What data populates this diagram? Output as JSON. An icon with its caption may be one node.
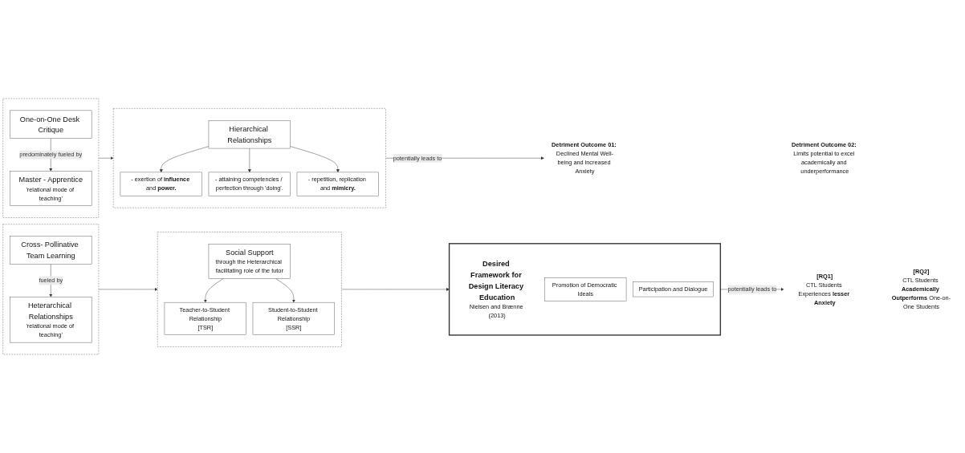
{
  "diagram": {
    "nodes": [
      {
        "text": [],
        "shape": "box"
      },
      {
        "text": [
          "One-on-One Desk Critique"
        ],
        "in": 0
      },
      {
        "text": [
          "Master - Apprentice",
          "'relational mode of teaching'"
        ],
        "in": 0
      },
      {
        "text": [],
        "shape": "box"
      },
      {
        "text": [
          "Hierarchical Relationships"
        ],
        "in": 3
      },
      {
        "text": [
          "- exertion of **influence** and **power.**"
        ],
        "in": 3
      },
      {
        "text": [
          "- attaining competencies / perfection through 'doing'."
        ],
        "in": 3
      },
      {
        "text": [
          "- repetition, replication and **mimicry.**"
        ],
        "in": 3
      },
      {
        "text": [],
        "shape": "box"
      },
      {
        "text": [
          "Cross- Pollinative Team Learning"
        ],
        "in": 8
      },
      {
        "text": [
          "Heterarchical Relationships",
          "'relational mode of teaching'"
        ],
        "in": 8
      },
      {
        "text": [],
        "shape": "box"
      },
      {
        "text": [
          "Social Support",
          "through the Heterarchical facilitating role of the tutor"
        ],
        "in": 11
      },
      {
        "text": [
          "Teacher-to-Student Relationship",
          "[TSR]"
        ],
        "in": 11
      },
      {
        "text": [
          "Student-to-Student Relationship",
          "[SSR]"
        ],
        "in": 11
      },
      {
        "text": [],
        "shape": "box"
      },
      {
        "text": [
          "Desired Framework for Design Literacy Education",
          "Nielsen and Brænne (2013)"
        ],
        "in": 15
      },
      {
        "text": [
          "Promotion of Democratic Ideals"
        ],
        "in": 15
      },
      {
        "text": [
          "Participation and Dialogue"
        ],
        "in": 15
      },
      {
        "text": [
          "**Detriment Outcome 01:** Declined Mental Well-being and increased Anxiety"
        ]
      },
      {
        "text": [
          "**Detriment Outcome 02:** Limits potential to excel academically and underperformance"
        ]
      },
      {
        "text": [
          "[RQ1]",
          "CTL Students Experiences **lesser Anxiety**"
        ]
      },
      {
        "text": [
          "[RQ2]",
          "CTL Students **Academically Outperforms** One-on-One Students"
        ]
      }
    ],
    "edges": [
      {
        "from": 1,
        "to": 2,
        "arrow": "to",
        "label": "predominately fueled by"
      },
      {
        "from": 0,
        "to": 3,
        "arrow": "to"
      },
      {
        "from": 4,
        "to": 5,
        "arrow": "to"
      },
      {
        "from": 4,
        "to": 6,
        "arrow": "to"
      },
      {
        "from": 4,
        "to": 7,
        "arrow": "to"
      },
      {
        "from": 3,
        "to": 19,
        "arrow": "to",
        "label": "potentially leads to"
      },
      {
        "from": 9,
        "to": 10,
        "arrow": "to",
        "label": "fueled by"
      },
      {
        "from": 8,
        "to": 11,
        "arrow": "to"
      },
      {
        "from": 12,
        "to": 13,
        "arrow": "to"
      },
      {
        "from": 12,
        "to": 14,
        "arrow": "to"
      },
      {
        "from": 11,
        "to": 15,
        "arrow": "to"
      },
      {
        "from": 15,
        "to": 21,
        "arrow": "to",
        "label": "potentially leads to"
      }
    ]
  }
}
